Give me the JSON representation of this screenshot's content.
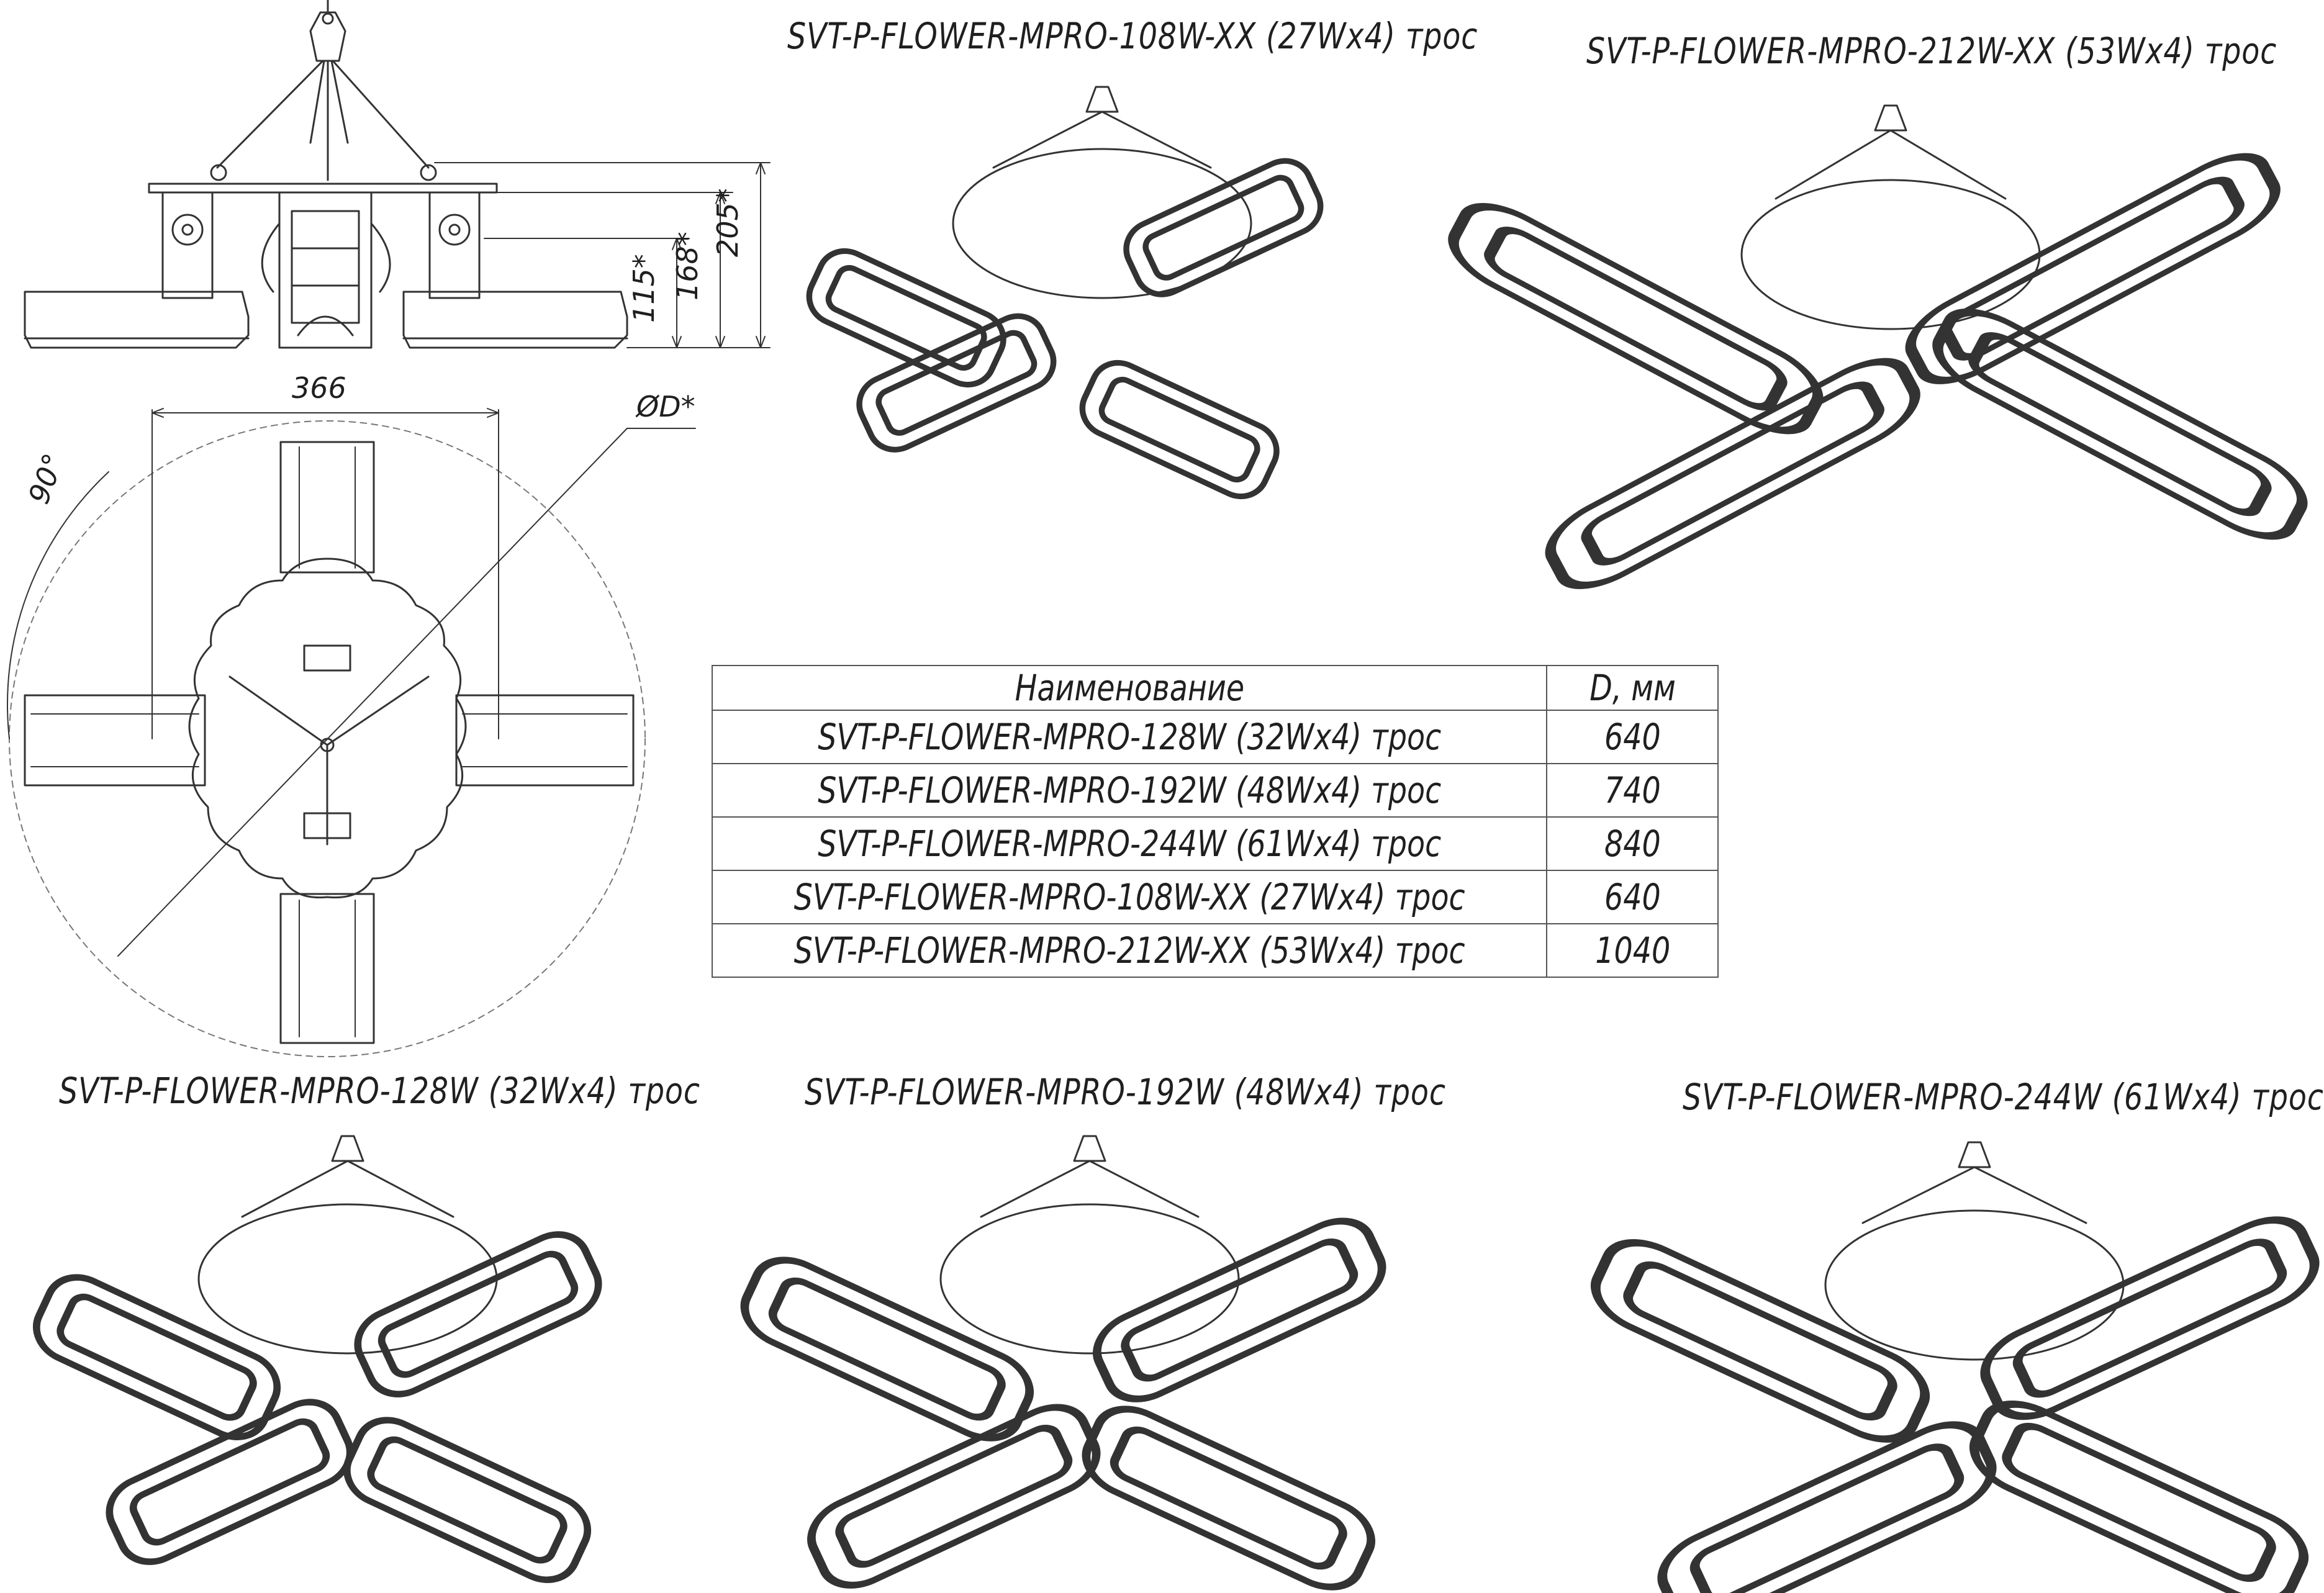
{
  "product_labels": {
    "mpro_108": "SVT-P-FLOWER-MPRO-108W-XX (27Wx4) трос",
    "mpro_212": "SVT-P-FLOWER-MPRO-212W-XX (53Wx4) трос",
    "mpro_128": "SVT-P-FLOWER-MPRO-128W (32Wx4) трос",
    "mpro_192": "SVT-P-FLOWER-MPRO-192W (48Wx4) трос",
    "mpro_244": "SVT-P-FLOWER-MPRO-244W (61Wx4) трос"
  },
  "dimensions": {
    "width": "366",
    "angle": "90°",
    "diameter": "ØD*",
    "h115": "115*",
    "h168": "168*",
    "h205": "205*"
  },
  "table": {
    "header": {
      "name": "Наименование",
      "d": "D, мм"
    },
    "rows": [
      {
        "name": "SVT-P-FLOWER-MPRO-128W (32Wx4) трос",
        "d": "640"
      },
      {
        "name": "SVT-P-FLOWER-MPRO-192W (48Wx4) трос",
        "d": "740"
      },
      {
        "name": "SVT-P-FLOWER-MPRO-244W (61Wx4) трос",
        "d": "840"
      },
      {
        "name": "SVT-P-FLOWER-MPRO-108W-XX (27Wx4) трос",
        "d": "640"
      },
      {
        "name": "SVT-P-FLOWER-MPRO-212W-XX (53Wx4) трос",
        "d": "1040"
      }
    ]
  }
}
